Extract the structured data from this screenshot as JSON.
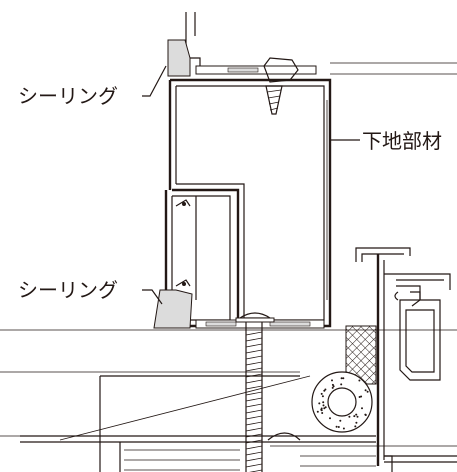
{
  "labels": {
    "sealing_top": "シーリング",
    "base_member": "下地部材",
    "sealing_bottom": "シーリング"
  },
  "colors": {
    "line": "#231815",
    "sealant_fill": "#dcdcdc",
    "profile_fill": "#ffffff",
    "gasket_fill": "#dcdcdc"
  }
}
